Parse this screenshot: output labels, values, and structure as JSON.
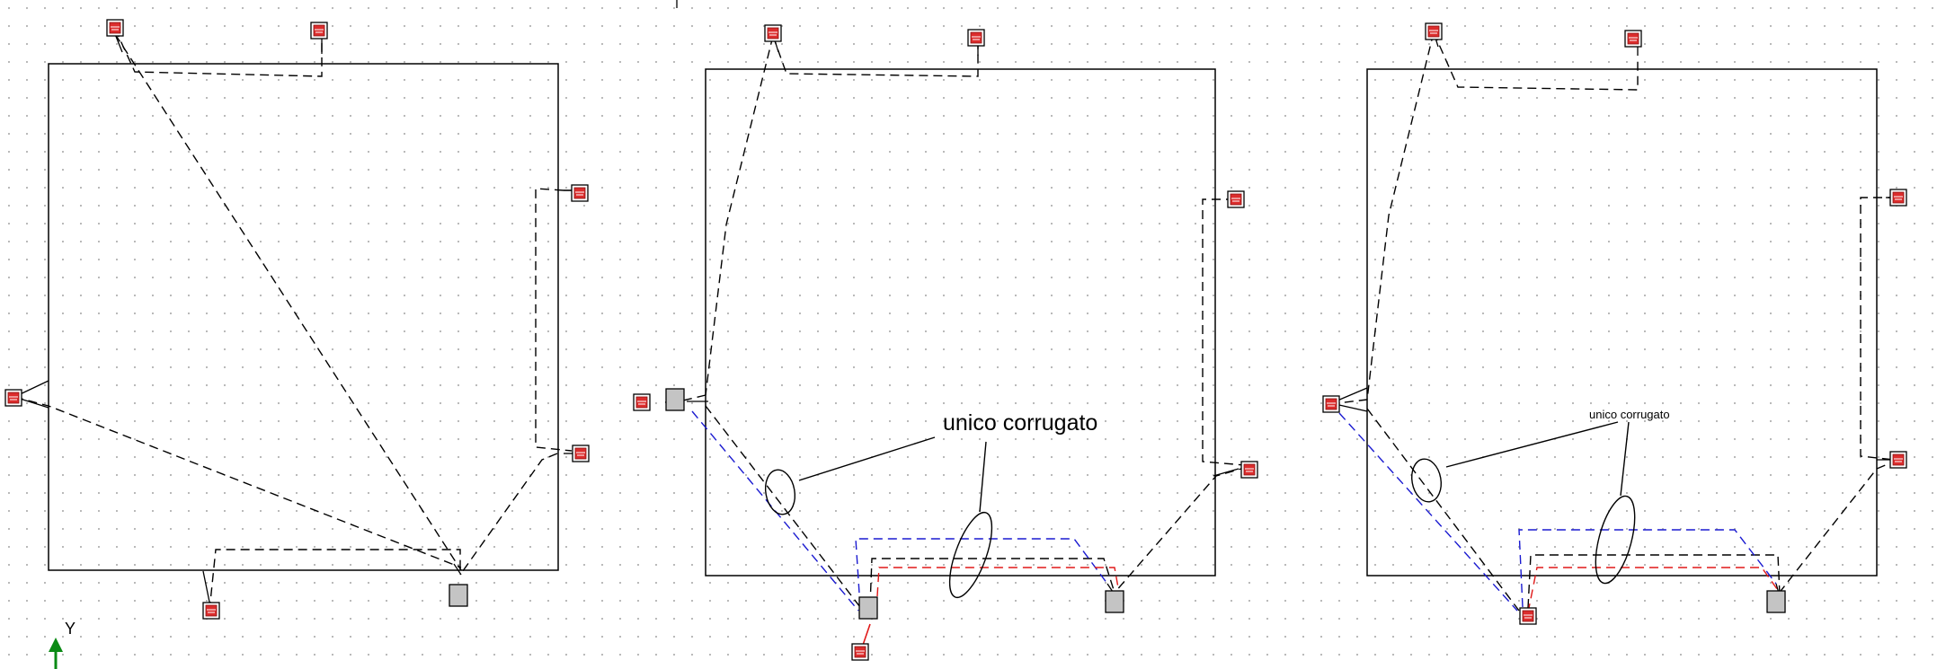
{
  "canvas": {
    "background": "#ffffff",
    "grid_dot_color": "#b4b4b4",
    "grid": true
  },
  "colors": {
    "outline": "#000000",
    "dashed_black": "#000000",
    "dashed_blue": "#1a1ad0",
    "dashed_red": "#e01818",
    "socket_fill": "#dc2d2d",
    "box_fill": "#c4c4c4",
    "axis_arrow": "#0a8a14"
  },
  "icons": {
    "socket": "power-socket-icon",
    "junction_box": "junction-box-icon",
    "axis": "y-axis-arrow-icon"
  },
  "panels": [
    {
      "name": "panel-1",
      "annotation": null
    },
    {
      "name": "panel-2",
      "annotation": "unico corrugato"
    },
    {
      "name": "panel-3",
      "annotation": "unico corrugato"
    }
  ],
  "axis": {
    "label": "Y"
  }
}
